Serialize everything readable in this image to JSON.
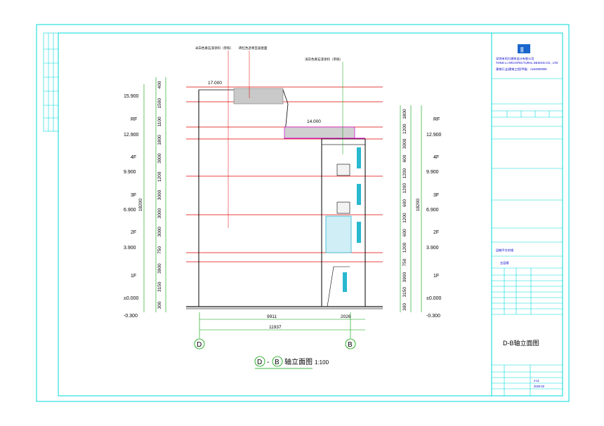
{
  "drawing": {
    "title": "D-B轴立面图",
    "title_left_axis": "D",
    "title_right_axis": "B",
    "title_text": "轴立面图",
    "scale": "1:100"
  },
  "levels": {
    "left": [
      "15.900",
      "RF",
      "12.900",
      "4F",
      "9.900",
      "3F",
      "6.900",
      "2F",
      "3.900",
      "1F",
      "±0.000",
      "-0.300"
    ],
    "right": [
      "RF",
      "12.900",
      "4F",
      "9.900",
      "3F",
      "6.900",
      "2F",
      "3.900",
      "1F",
      "±0.000",
      "-0.300"
    ]
  },
  "elevations": {
    "roof_peak": "17.000",
    "lower_roof": "14.000"
  },
  "dims": {
    "left_outer": [
      "400",
      "1500",
      "1100",
      "1800",
      "3000",
      "1200",
      "3000",
      "3000",
      "3000",
      "750",
      "3900",
      "3150",
      "300"
    ],
    "left_total": "18200",
    "right_inner": [
      "1800",
      "1200",
      "3000",
      "600",
      "1200",
      "1200",
      "600",
      "1200",
      "600",
      "1200",
      "750",
      "3900",
      "3150",
      "300"
    ],
    "right_total": "18200",
    "bottom": [
      "9911",
      "2026"
    ],
    "bottom_total": "11937",
    "axis_left": "D",
    "axis_right": "B"
  },
  "notes": {
    "n1": "米白色真石漆涂料（参照）",
    "n2": "砖红色沥青瓦坡屋面",
    "n3": "浅灰色真石漆涂料（参照）"
  },
  "title_block": {
    "company_cn": "深圳市同力建筑设计有限公司",
    "company_en": "TONG LI ARCHITECTURAL DESIGN CO., LTD",
    "cert": "建筑行业(建筑工程)甲级：A244000000",
    "project_name": "田翰平住宅楼",
    "sub_project": "五层楼",
    "drawing_name": "D-B轴立面图",
    "drawing_no": "J-11",
    "date": "2020.02"
  },
  "colors": {
    "frame": "#00d8d8",
    "red": "#e00000",
    "green": "#00a000",
    "blue": "#0000cc",
    "magenta": "#d000d0"
  }
}
